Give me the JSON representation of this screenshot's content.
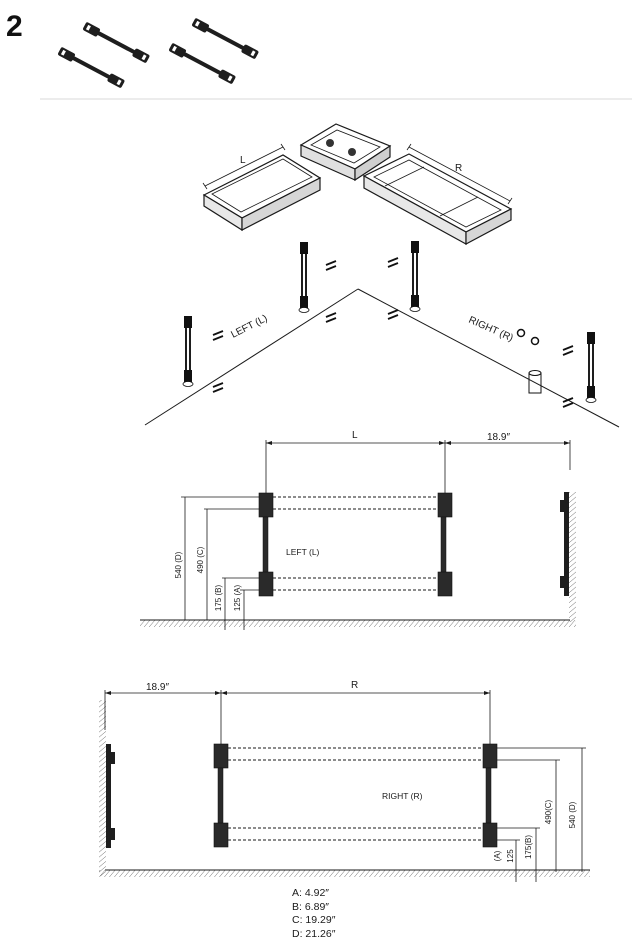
{
  "step_number": "2",
  "iso": {
    "left_tray_label": "L",
    "right_tray_label": "R",
    "left_wall_label": "LEFT (L)",
    "right_wall_label": "RIGHT (R)"
  },
  "left_view": {
    "width_label": "L",
    "gap_label": "18.9″",
    "shelf_label": "LEFT (L)",
    "dim_d": "540 (D)",
    "dim_c": "490 (C)",
    "dim_b": "175 (B)",
    "dim_a": "125 (A)"
  },
  "right_view": {
    "width_label": "R",
    "gap_label": "18.9″",
    "shelf_label": "RIGHT (R)",
    "dim_d": "540 (D)",
    "dim_c": "490(C)",
    "dim_b": "175(B)",
    "dim_a_num": "125",
    "dim_a_letter": "(A)"
  },
  "legend": [
    {
      "key": "A:",
      "value": "4.92″"
    },
    {
      "key": "B:",
      "value": "6.89″"
    },
    {
      "key": "C:",
      "value": "19.29″"
    },
    {
      "key": "D:",
      "value": "21.26″"
    }
  ],
  "icons": [
    "strap-part-icon",
    "shelf-tray-icon",
    "corner-tray-icon",
    "post-icon",
    "screw-icon",
    "wall-bracket-icon",
    "wall-hatch-icon"
  ]
}
